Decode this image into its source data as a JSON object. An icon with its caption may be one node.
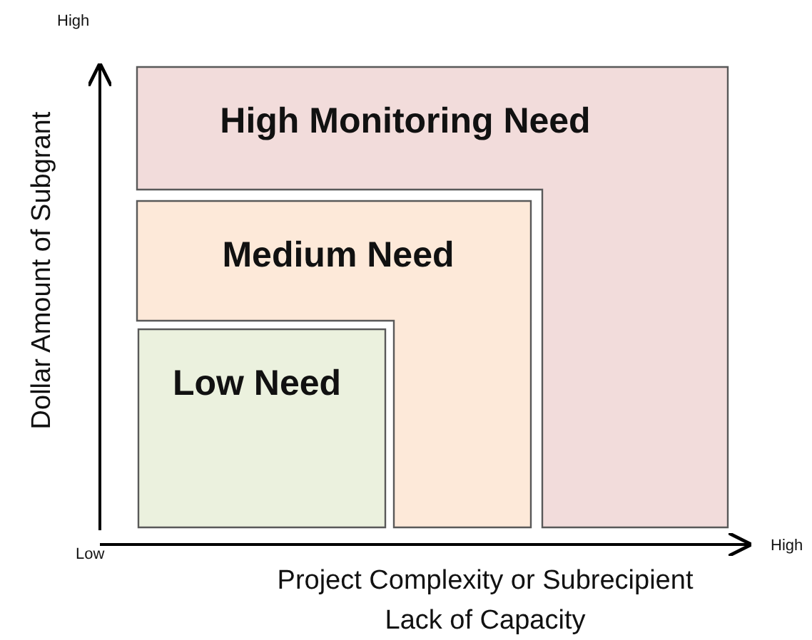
{
  "diagram": {
    "nodes": [
      {
        "text": [
          "High Monitoring Need"
        ]
      },
      {
        "text": [
          "Medium Need"
        ]
      },
      {
        "text": [
          "Low Need"
        ]
      }
    ],
    "labels": [
      "High",
      "Dollar Amount of Subgrant",
      "Low",
      "High",
      "Project Complexity or Subrecipient Lack of Capacity"
    ]
  }
}
